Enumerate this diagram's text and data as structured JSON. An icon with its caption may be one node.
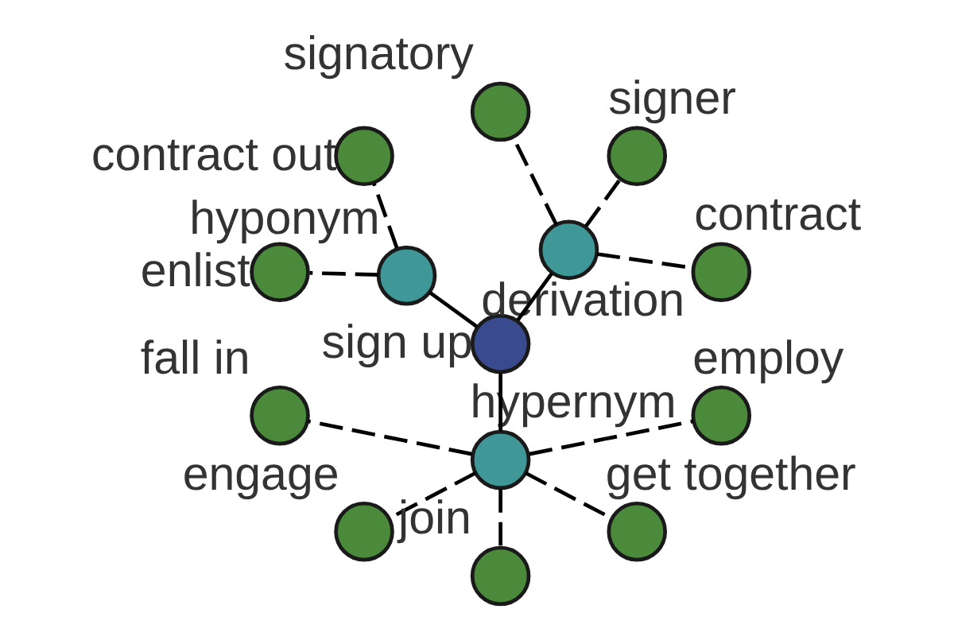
{
  "diagram": {
    "nodes": [
      {
        "text": [
          "sign up"
        ]
      },
      {
        "text": [
          "derivation"
        ]
      },
      {
        "text": [
          "contract"
        ]
      },
      {
        "text": [
          "signer"
        ]
      },
      {
        "text": [
          "signatory"
        ]
      },
      {
        "text": [
          "hyponym"
        ]
      },
      {
        "text": [
          "contract out"
        ]
      },
      {
        "text": [
          "enlist"
        ]
      },
      {
        "text": [
          "hypernym"
        ]
      },
      {
        "text": [
          "fall in"
        ]
      },
      {
        "text": [
          "engage"
        ]
      },
      {
        "text": [
          "join"
        ]
      },
      {
        "text": [
          "get together"
        ]
      },
      {
        "text": [
          "employ"
        ]
      }
    ],
    "edges": [
      {
        "from": 0,
        "to": 1,
        "arrow": "none"
      },
      {
        "from": 0,
        "to": 5,
        "arrow": "none"
      },
      {
        "from": 0,
        "to": 8,
        "arrow": "none"
      },
      {
        "from": 1,
        "to": 2,
        "arrow": "none",
        "style": "dashed"
      },
      {
        "from": 1,
        "to": 3,
        "arrow": "none",
        "style": "dashed"
      },
      {
        "from": 1,
        "to": 4,
        "arrow": "none",
        "style": "dashed"
      },
      {
        "from": 5,
        "to": 6,
        "arrow": "none",
        "style": "dashed"
      },
      {
        "from": 5,
        "to": 7,
        "arrow": "none",
        "style": "dashed"
      },
      {
        "from": 8,
        "to": 9,
        "arrow": "none",
        "style": "dashed"
      },
      {
        "from": 8,
        "to": 10,
        "arrow": "none",
        "style": "dashed"
      },
      {
        "from": 8,
        "to": 11,
        "arrow": "none",
        "style": "dashed"
      },
      {
        "from": 8,
        "to": 12,
        "arrow": "none",
        "style": "dashed"
      },
      {
        "from": 8,
        "to": 13,
        "arrow": "none",
        "style": "dashed"
      }
    ]
  }
}
